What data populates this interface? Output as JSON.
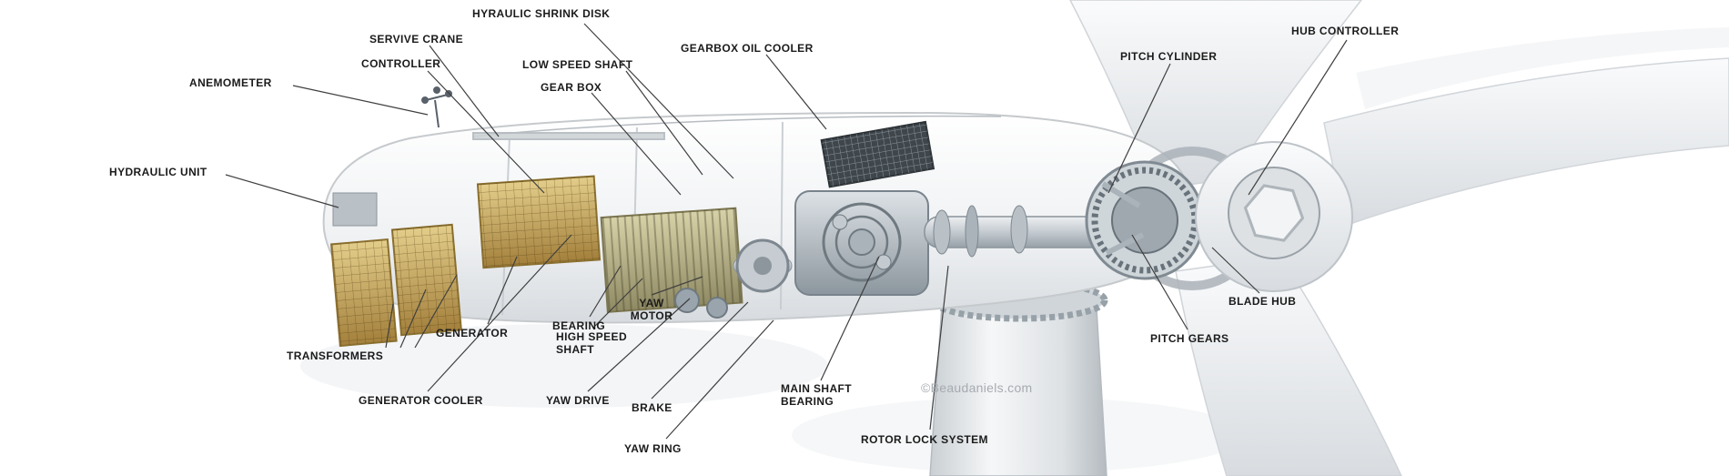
{
  "diagram": {
    "watermark": "©Beaudaniels.com",
    "labels": {
      "anemometer": "ANEMOMETER",
      "hydraulic_unit": "HYDRAULIC UNIT",
      "servive_crane": "SERVIVE CRANE",
      "controller": "CONTROLLER",
      "hyraulic_shrink_disk": "HYRAULIC SHRINK DISK",
      "low_speed_shaft": "LOW SPEED SHAFT",
      "gear_box": "GEAR BOX",
      "gearbox_oil_cooler": "GEARBOX OIL COOLER",
      "pitch_cylinder": "PITCH CYLINDER",
      "hub_controller": "HUB CONTROLLER",
      "blade_hub": "BLADE HUB",
      "pitch_gears": "PITCH GEARS",
      "transformers": "TRANSFORMERS",
      "generator": "GENERATOR",
      "bearing": "BEARING",
      "yaw_motor": "YAW MOTOR",
      "high_speed_shaft": "HIGH SPEED SHAFT",
      "generator_cooler": "GENERATOR COOLER",
      "yaw_drive": "YAW DRIVE",
      "brake": "BRAKE",
      "yaw_ring": "YAW RING",
      "main_shaft_bearing": "MAIN SHAFT BEARING",
      "rotor_lock_system": "ROTOR LOCK SYSTEM"
    },
    "colors": {
      "label_text": "#1b1b1b",
      "leader_line": "#3f3f3f",
      "gold_accent": "#c8a84b",
      "metal_light": "#eef0f2",
      "metal_dark": "#7d8790",
      "background": "#ffffff"
    }
  }
}
